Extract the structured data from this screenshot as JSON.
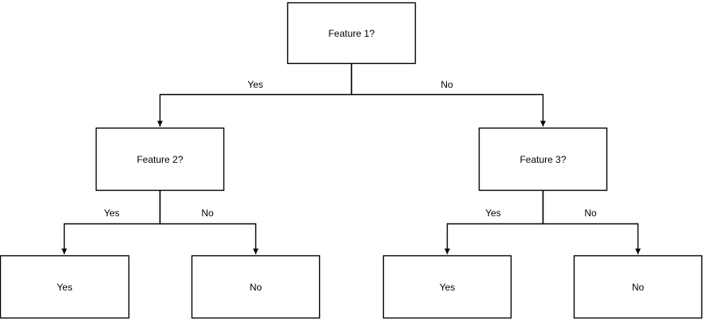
{
  "diagram": {
    "kind": "decision-tree-flowchart",
    "colors": {
      "background": "#ffffff",
      "node_fill": "#ffffff",
      "stroke": "#000000",
      "text": "#000000"
    },
    "nodes": [
      {
        "id": "feature-1",
        "label": "Feature 1?"
      },
      {
        "id": "feature-2",
        "label": "Feature 2?"
      },
      {
        "id": "feature-3",
        "label": "Feature 3?"
      },
      {
        "id": "leaf-yes-left",
        "label": "Yes"
      },
      {
        "id": "leaf-no-left",
        "label": "No"
      },
      {
        "id": "leaf-yes-right",
        "label": "Yes"
      },
      {
        "id": "leaf-no-right",
        "label": "No"
      }
    ],
    "edges": [
      {
        "from": "feature-1",
        "to": "feature-2",
        "label": "Yes"
      },
      {
        "from": "feature-1",
        "to": "feature-3",
        "label": "No"
      },
      {
        "from": "feature-2",
        "to": "leaf-yes-left",
        "label": "Yes"
      },
      {
        "from": "feature-2",
        "to": "leaf-no-left",
        "label": "No"
      },
      {
        "from": "feature-3",
        "to": "leaf-yes-right",
        "label": "Yes"
      },
      {
        "from": "feature-3",
        "to": "leaf-no-right",
        "label": "No"
      }
    ]
  }
}
